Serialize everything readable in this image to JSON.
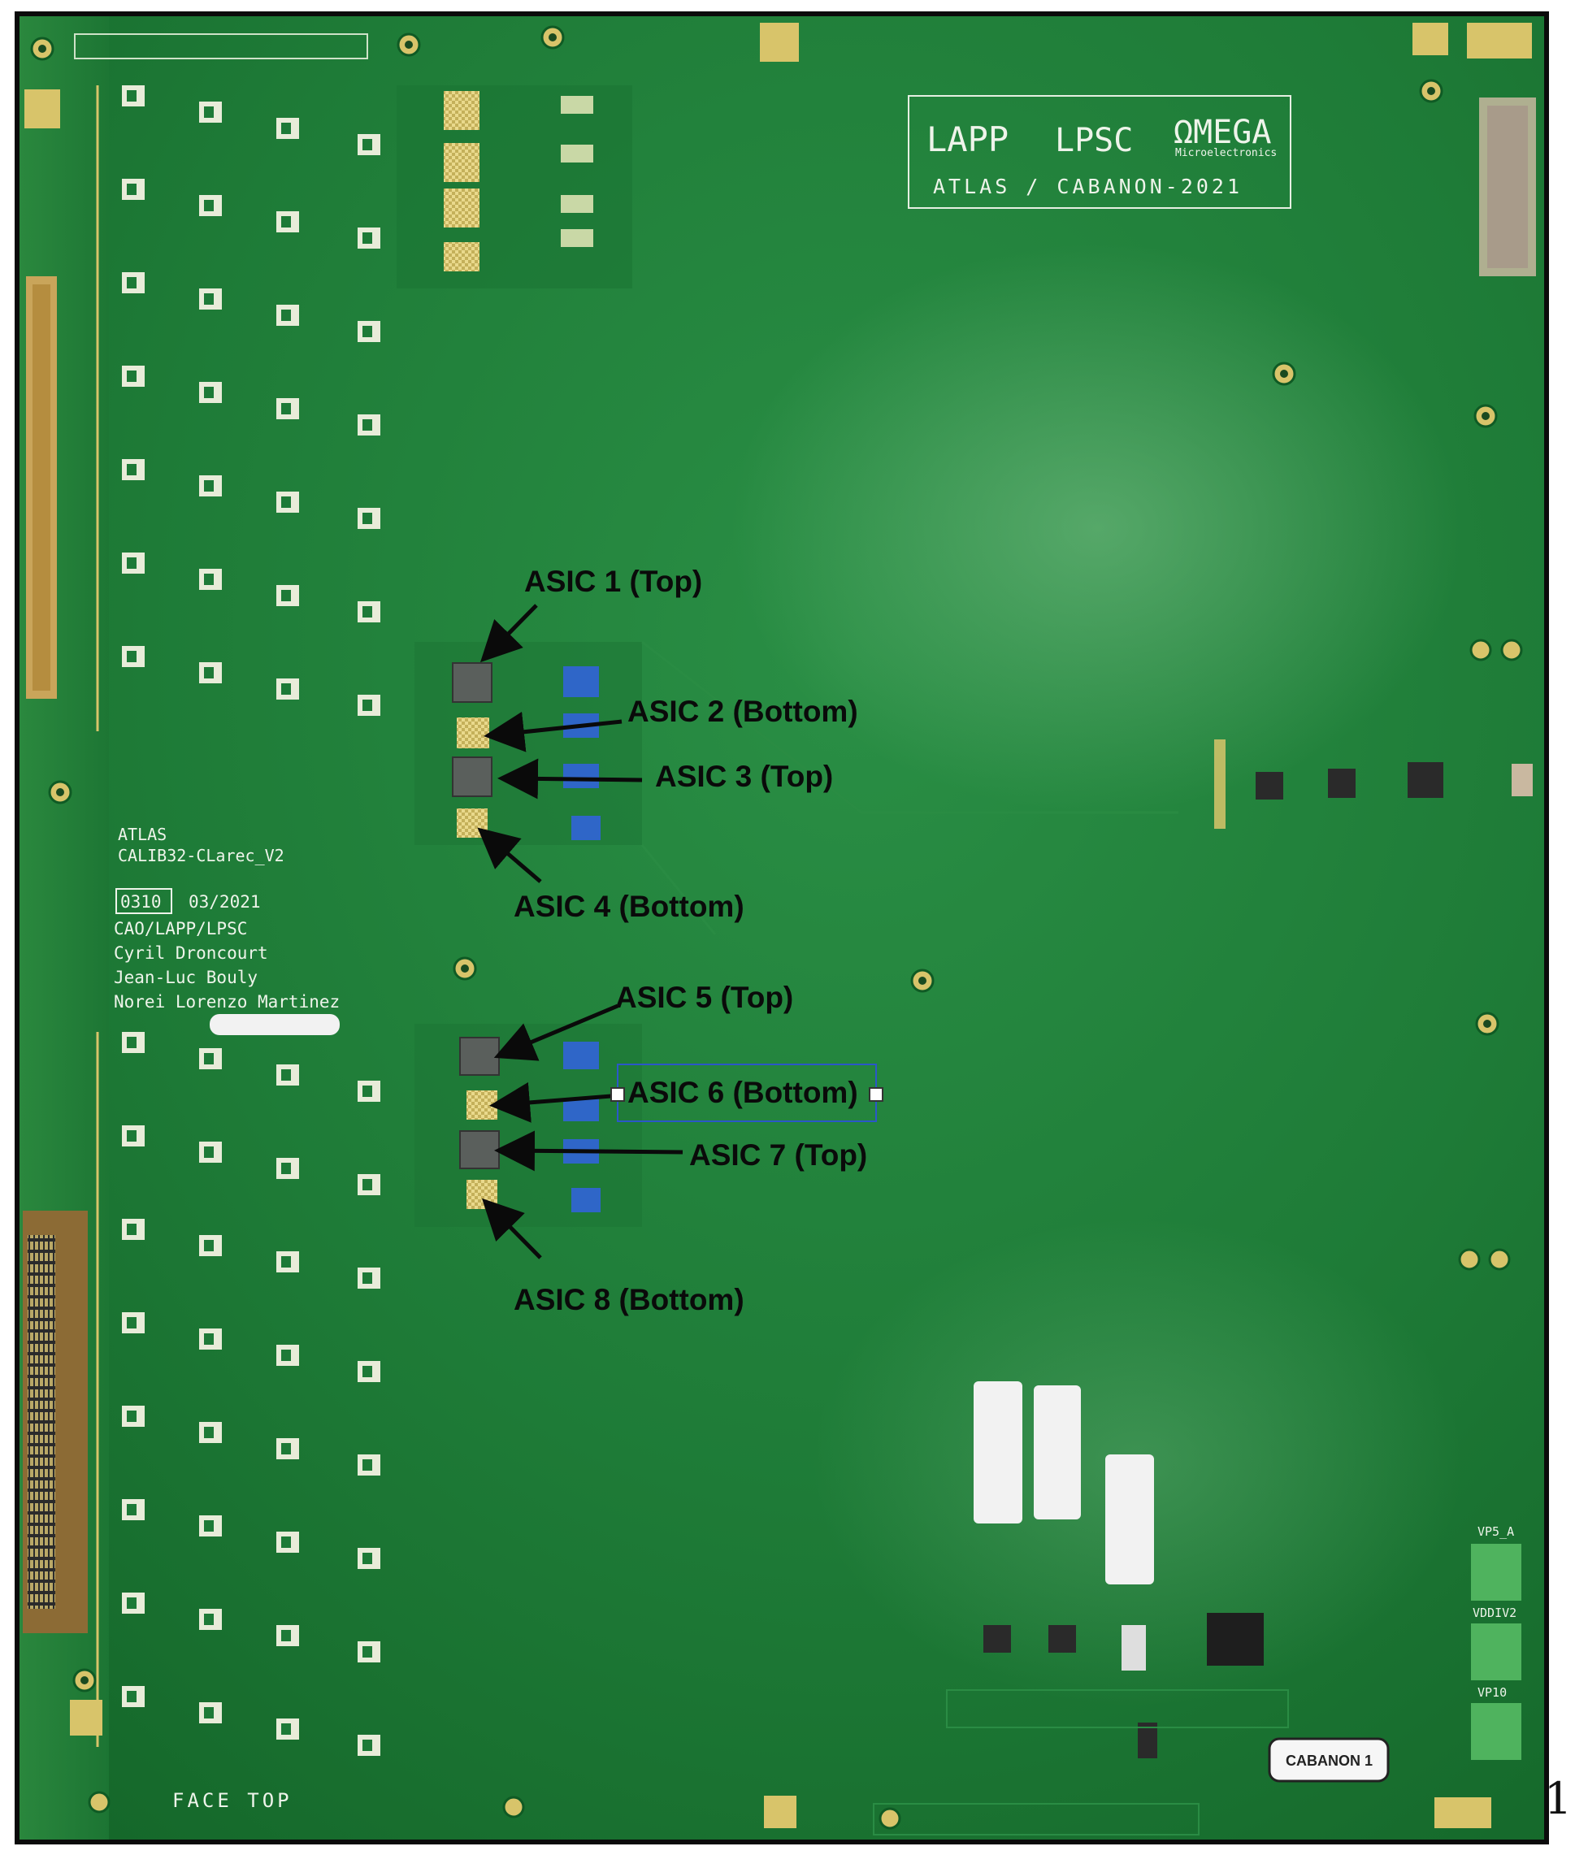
{
  "annotations": {
    "asic1": "ASIC 1 (Top)",
    "asic2": "ASIC 2 (Bottom)",
    "asic3": "ASIC 3 (Top)",
    "asic4": "ASIC 4 (Bottom)",
    "asic5": "ASIC 5 (Top)",
    "asic6": "ASIC 6 (Bottom)",
    "asic7": "ASIC 7 (Top)",
    "asic8": "ASIC 8 (Bottom)"
  },
  "logo": {
    "lapp": "LAPP",
    "lpsc": "LPSC",
    "omega": "ΩMEGA",
    "omega_sub": "Microelectronics",
    "caption": "ATLAS / CABANON-2021"
  },
  "board_info": {
    "line1": "ATLAS",
    "line2": "CALIB32-CLarec_V2",
    "box_id": "0310",
    "date": "03/2021",
    "org": "CAO/LAPP/LPSC",
    "name1": "Cyril Droncourt",
    "name2": "Jean-Luc Bouly",
    "name3": "Norei Lorenzo Martinez"
  },
  "face_label": "FACE TOP",
  "cabanon_label": "CABANON 1",
  "connectors": {
    "vp5a": "VP5_A",
    "vddiv2": "VDDIV2",
    "vp10": "VP10"
  },
  "page_number": "1",
  "colors": {
    "board": "#1d7a37",
    "board_light": "#2f9a4c",
    "board_dark": "#0f5a24",
    "pad_gold": "#d8c46a",
    "trimmer_blue": "#2f66c8",
    "terminal_green": "#4fb35e",
    "annotation": "#0a0a0a"
  }
}
